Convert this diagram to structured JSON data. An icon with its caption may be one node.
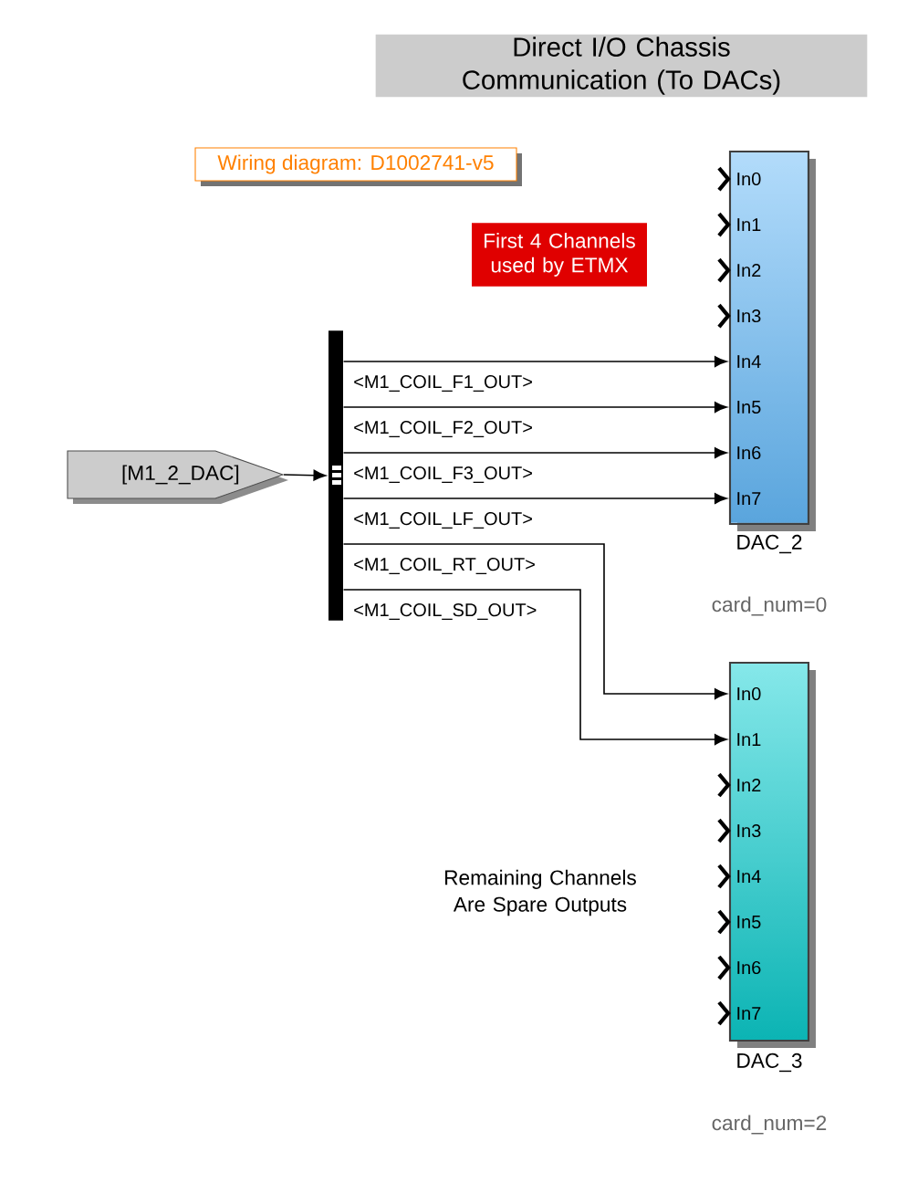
{
  "diagram": {
    "title": "Direct I/O Chassis Communication (To DACs)",
    "nodes": [
      {
        "text": [
          "Wiring diagram: D1002741-v5"
        ]
      },
      {
        "text": [
          "First 4 Channels used by ETMX"
        ]
      },
      {
        "text": [
          "[M1_2_DAC]"
        ]
      },
      {
        "text": [],
        "shape": "bar"
      },
      {
        "text": [
          "In0",
          "In1",
          "In2",
          "In3",
          "In4",
          "In5",
          "In6",
          "In7"
        ],
        "beside": [
          "DAC_2",
          "card_num=0"
        ]
      },
      {
        "text": [
          "In0",
          "In1",
          "In2",
          "In3",
          "In4",
          "In5",
          "In6",
          "In7"
        ],
        "beside": [
          "DAC_3",
          "card_num=2"
        ]
      }
    ],
    "edges": [
      {
        "from": 2,
        "to": 3,
        "arrow": "to"
      },
      {
        "from": 3,
        "to": 4,
        "arrow": "to",
        "label": "<M1_COIL_F1_OUT>"
      },
      {
        "from": 3,
        "to": 4,
        "arrow": "to",
        "label": "<M1_COIL_F2_OUT>"
      },
      {
        "from": 3,
        "to": 4,
        "arrow": "to",
        "label": "<M1_COIL_F3_OUT>"
      },
      {
        "from": 3,
        "to": 4,
        "arrow": "to",
        "label": "<M1_COIL_LF_OUT>"
      },
      {
        "from": 3,
        "to": 5,
        "arrow": "to",
        "label": "<M1_COIL_RT_OUT>"
      },
      {
        "from": 3,
        "to": 5,
        "arrow": "to",
        "label": "<M1_COIL_SD_OUT>"
      }
    ],
    "labels": [
      "Remaining Channels Are Spare Outputs"
    ]
  }
}
